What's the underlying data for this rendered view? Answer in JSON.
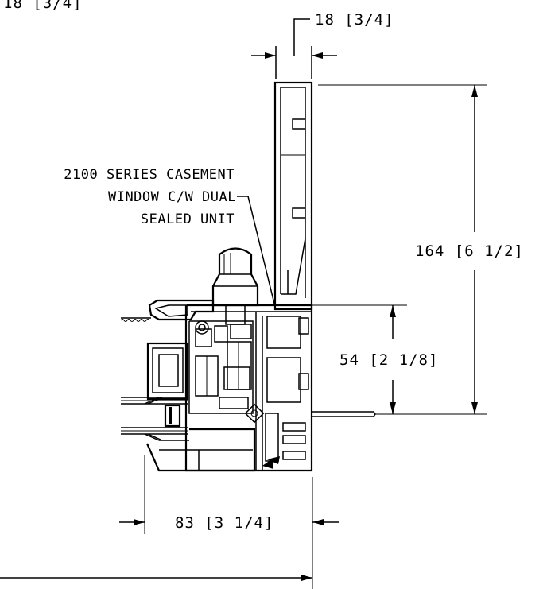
{
  "dimensions": {
    "top_partial": "18 [3/4]",
    "top_frame_width": "18 [3/4]",
    "overall_height": "164 [6 1/2]",
    "sill_height": "54 [2 1/8]",
    "frame_depth": "83 [3 1/4]"
  },
  "note": {
    "line1": "2100 SERIES CASEMENT",
    "line2": "WINDOW C/W DUAL",
    "line3": "SEALED UNIT"
  }
}
